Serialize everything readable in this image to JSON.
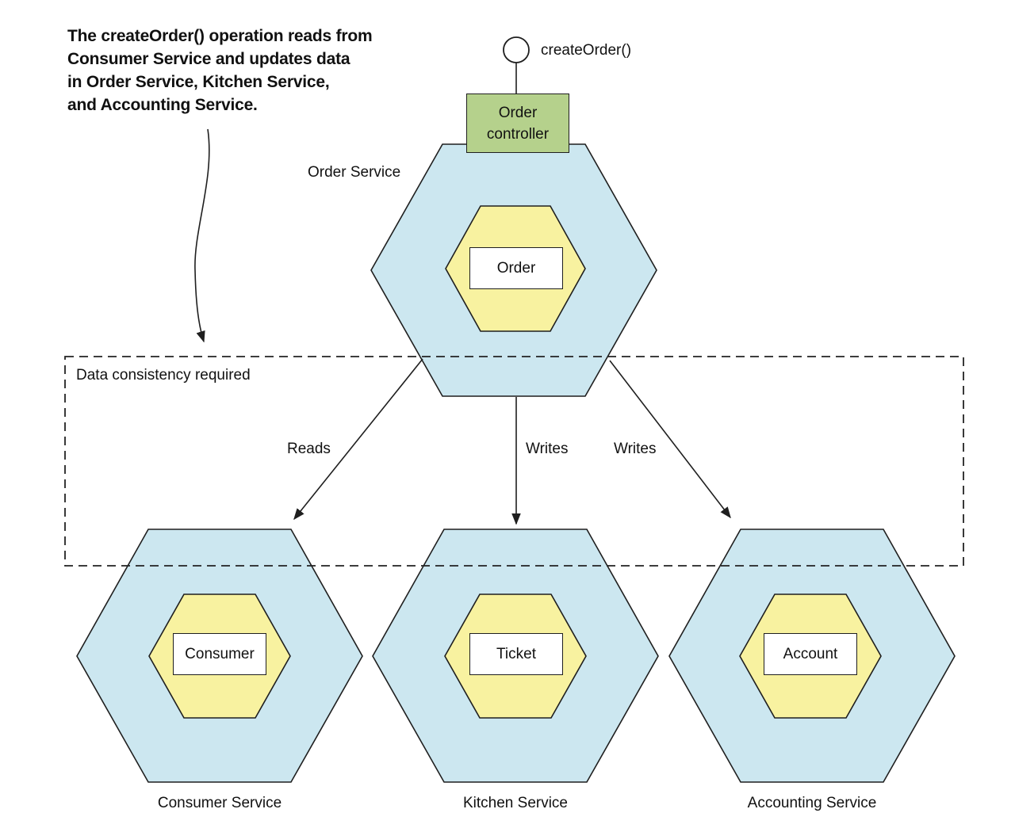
{
  "colors": {
    "service_fill": "#cce7f0",
    "entity_fill": "#f8f2a0",
    "controller_fill": "#b5d18c",
    "stroke": "#1f1f1f",
    "text": "#111111"
  },
  "annotation": {
    "line1": "The createOrder() operation reads from",
    "line2": "Consumer Service and updates data",
    "line3": "in Order Service, Kitchen Service,",
    "line4": "and Accounting Service."
  },
  "operation": {
    "label": "createOrder()"
  },
  "controller": {
    "line1": "Order",
    "line2": "controller"
  },
  "dashed_region": {
    "label": "Data consistency required"
  },
  "edges": {
    "reads": "Reads",
    "writes_mid": "Writes",
    "writes_right": "Writes"
  },
  "order_service": {
    "label": "Order Service",
    "entity": "Order"
  },
  "consumer_service": {
    "label": "Consumer Service",
    "entity": "Consumer"
  },
  "kitchen_service": {
    "label": "Kitchen Service",
    "entity": "Ticket"
  },
  "accounting_service": {
    "label": "Accounting Service",
    "entity": "Account"
  }
}
